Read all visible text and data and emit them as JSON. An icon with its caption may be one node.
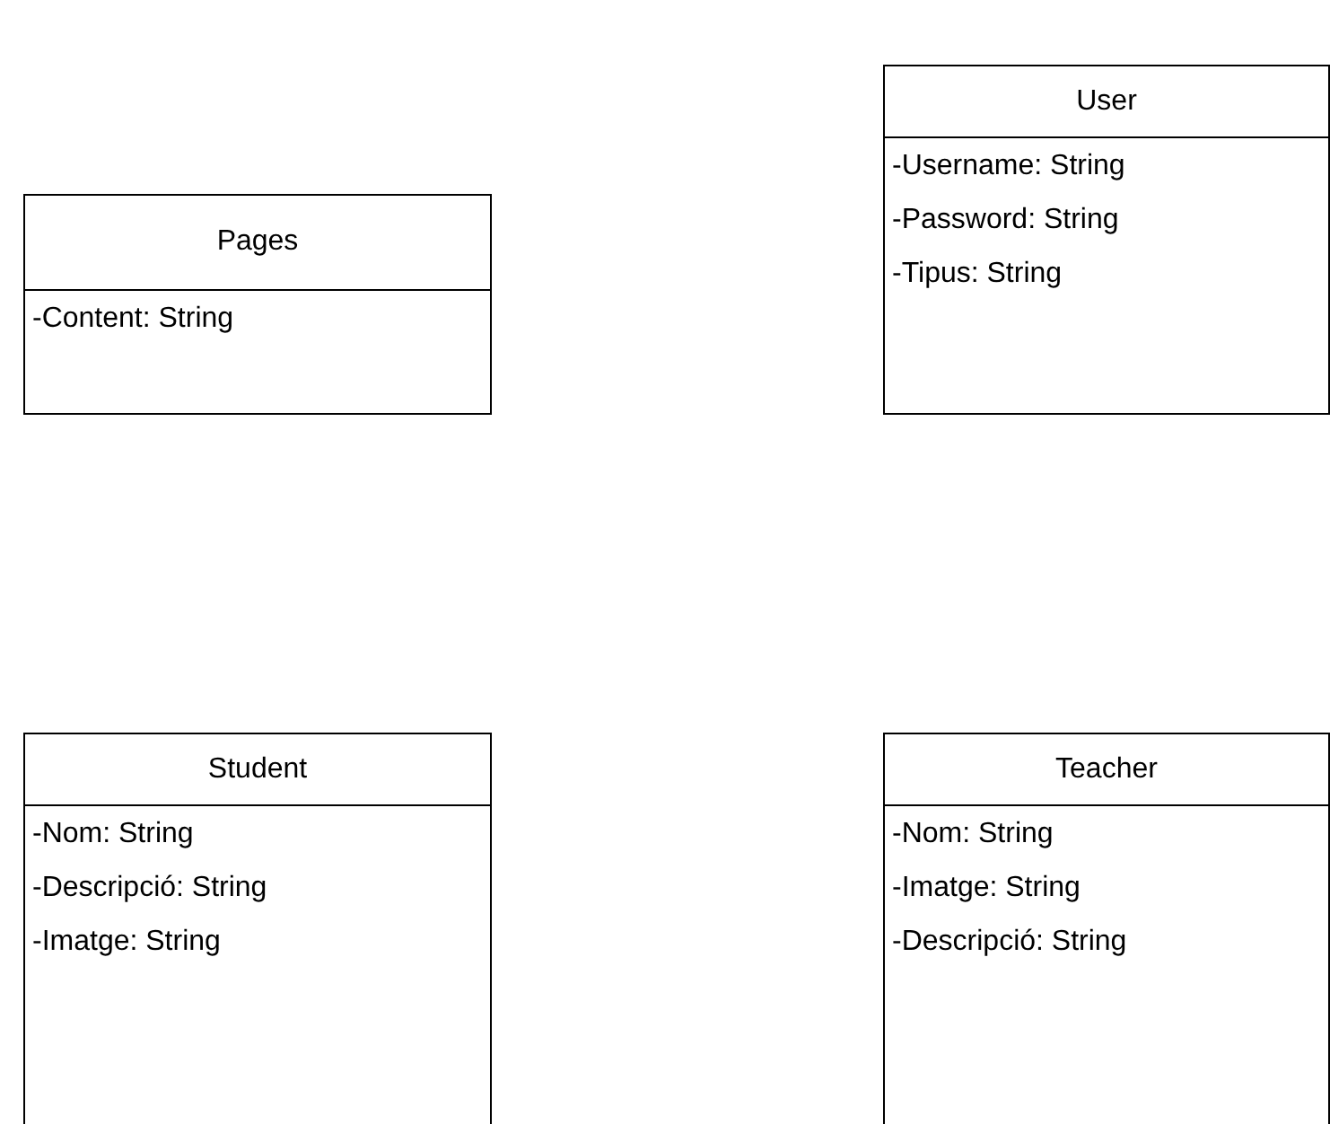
{
  "diagram": {
    "nodes": [
      {
        "text": [
          "User",
          "-Username: String",
          "-Password: String",
          "-Tipus: String"
        ]
      },
      {
        "text": [
          "Pages",
          "-Content: String"
        ]
      },
      {
        "text": [
          "Student",
          "-Nom: String",
          "-Descripció: String",
          "-Imatge: String"
        ]
      },
      {
        "text": [
          "Teacher",
          "-Nom: String",
          "-Imatge: String",
          "-Descripció: String"
        ]
      }
    ],
    "edges": []
  }
}
